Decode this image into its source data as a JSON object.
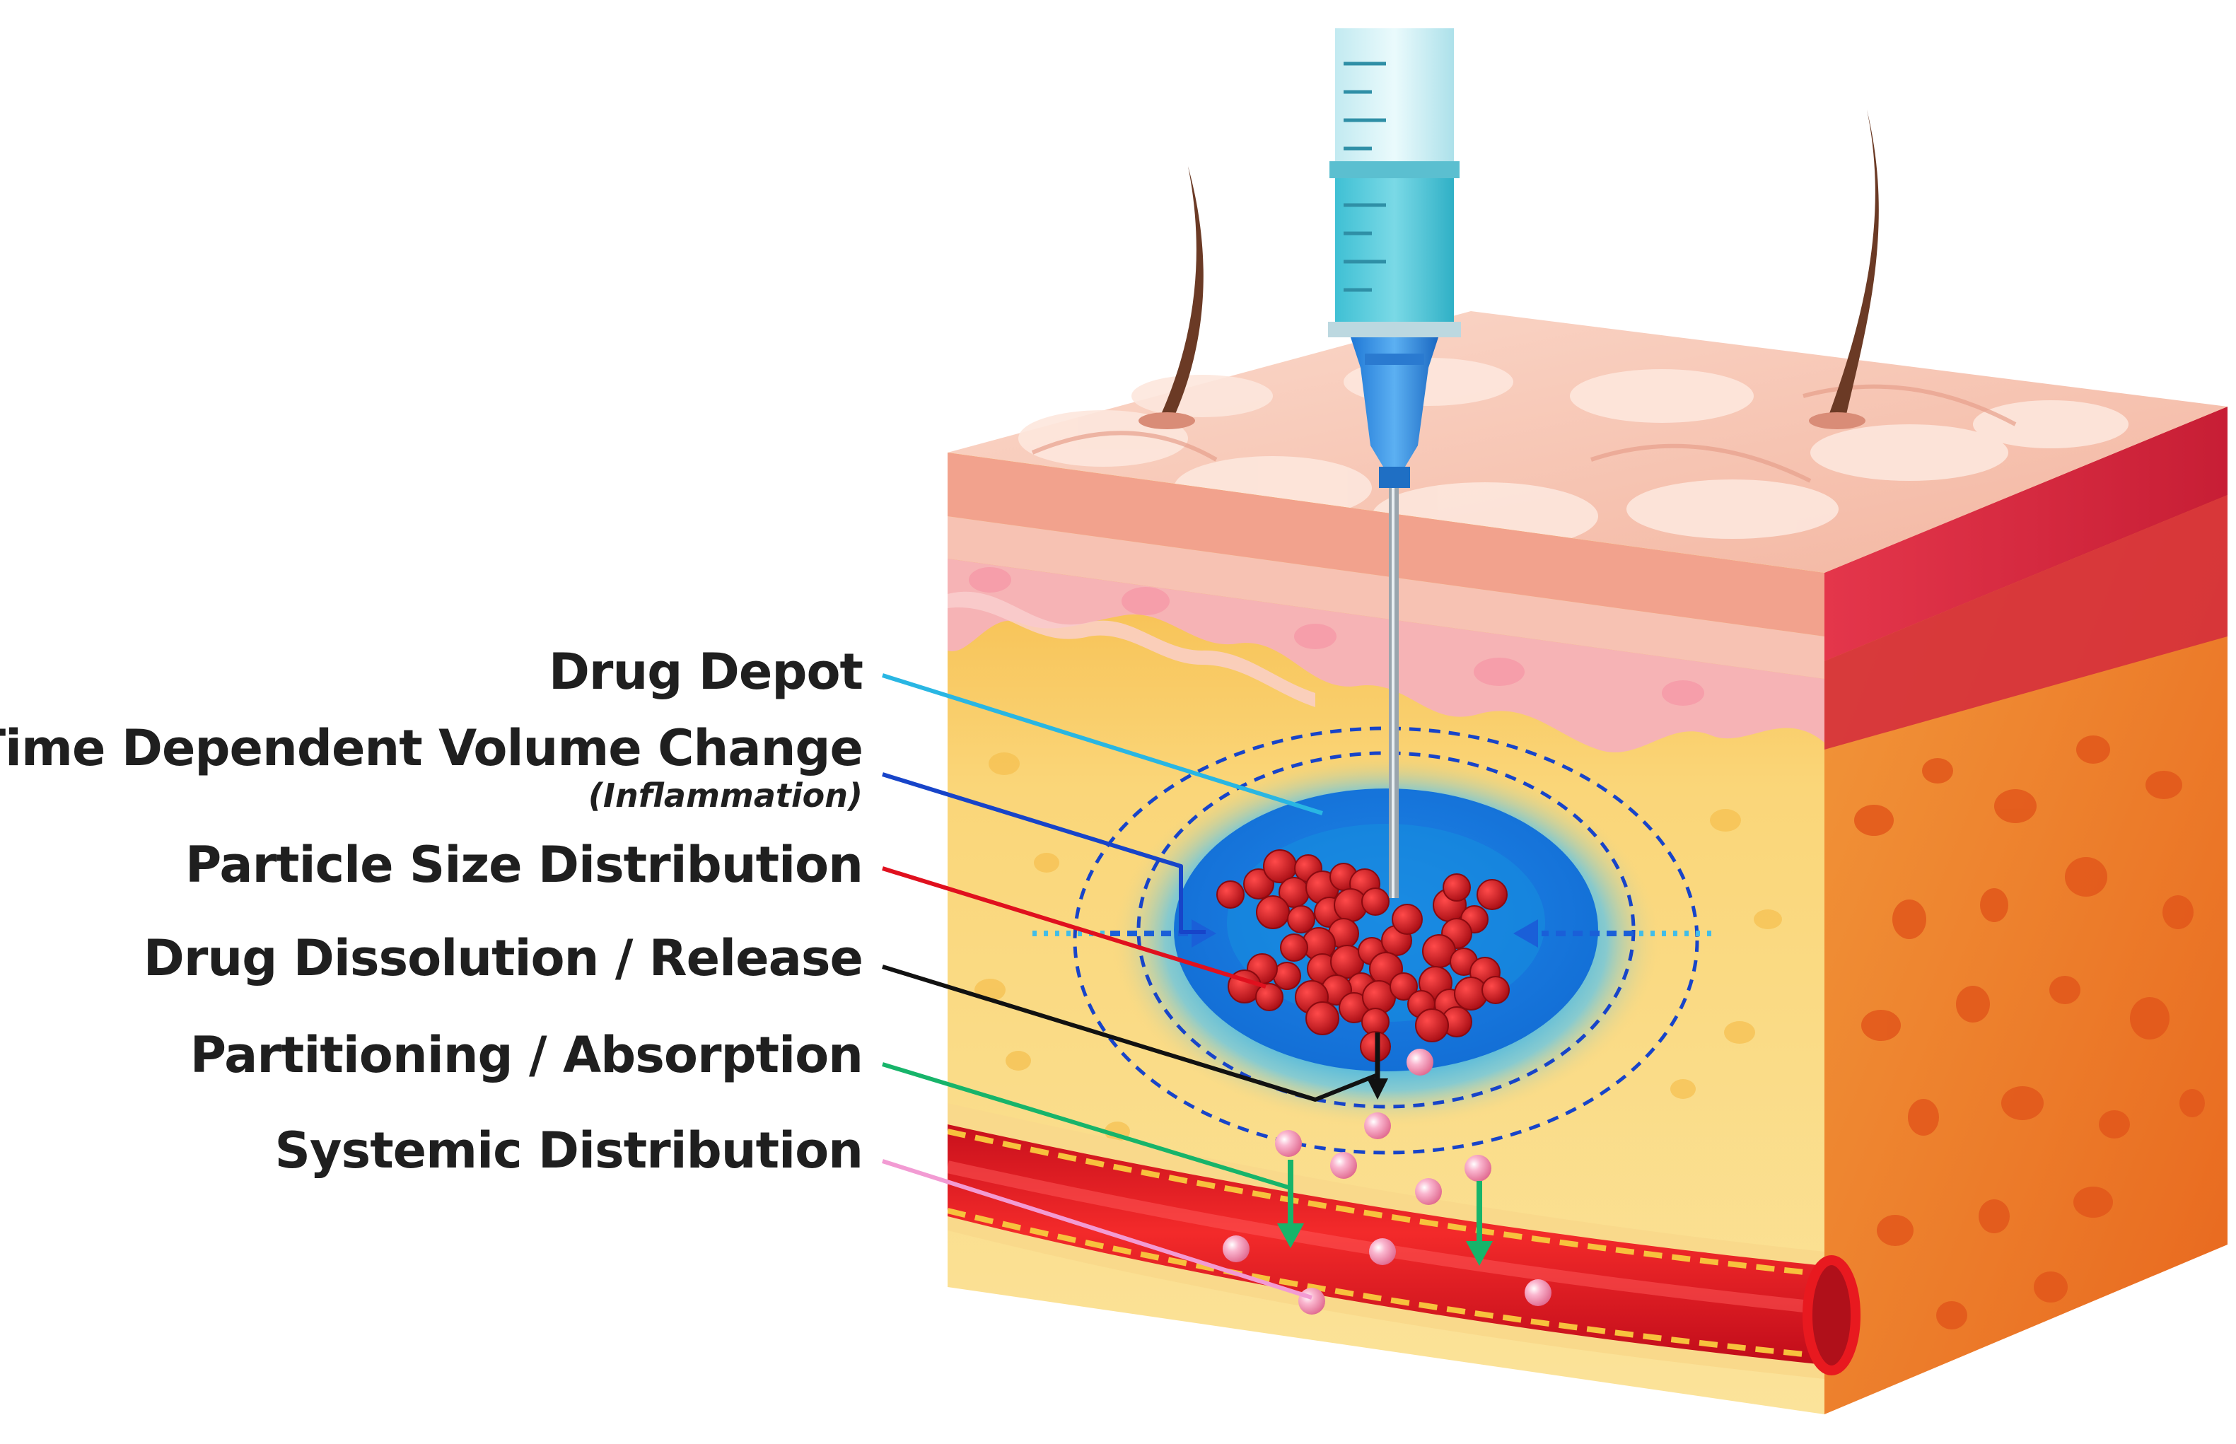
{
  "labels": {
    "drug_depot": "Drug Depot",
    "volume_change": "Time Dependent Volume Change",
    "volume_change_note": "(Inflammation)",
    "particle_size": "Particle Size Distribution",
    "dissolution": "Drug Dissolution / Release",
    "partitioning": "Partitioning / Absorption",
    "systemic": "Systemic Distribution"
  },
  "colors": {
    "drug_depot": "#29b6e3",
    "volume_change": "#1744c9",
    "particle_size": "#e0101e",
    "dissolution": "#111111",
    "partitioning": "#17b46a",
    "systemic": "#f29bd3",
    "particles": "#c8141b",
    "depot_blue": "#1a8fe0",
    "skin_top": "#f7c4b0",
    "fat": "#f9d56a",
    "vessel": "#e8191f"
  }
}
